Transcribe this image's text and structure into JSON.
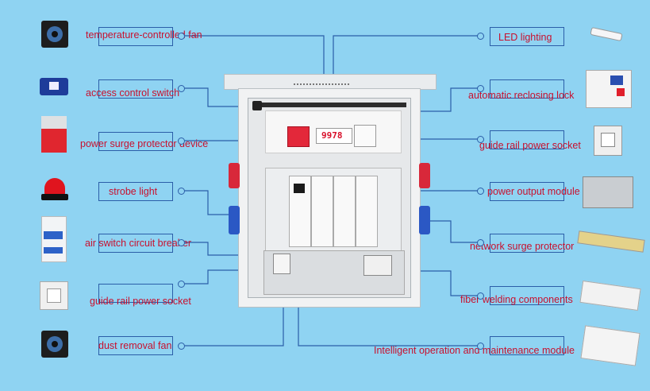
{
  "colors": {
    "background": "#8fd3f2",
    "label_text": "#c8102e",
    "callout_line": "#2b5ea8"
  },
  "labels": {
    "temperature_fan": "temperature-controlled fan",
    "access_switch": "access control switch",
    "surge_protector": "power surge protector device",
    "strobe_light": "strobe light",
    "air_switch": "air switch circuit breaker",
    "guide_socket_left": "guide rail power socket",
    "dust_fan": "dust removal fan",
    "led_lighting": "LED lighting",
    "reclosing_lock": "automatic reclosing lock",
    "guide_socket_right": "guide rail power socket",
    "power_output": "power output module",
    "network_surge": "network surge protector",
    "fiber_welding": "fiber welding components",
    "intelligent_module": "Intelligent operation and maintenance module"
  },
  "cabinet": {
    "display_value": "9978"
  },
  "icons": [
    "fan-icon",
    "access-switch-icon",
    "surge-protector-icon",
    "strobe-light-icon",
    "breaker-icon",
    "socket-icon",
    "fan-icon",
    "led-tube-icon",
    "reclosing-lock-icon",
    "socket-icon",
    "power-supply-icon",
    "network-surge-icon",
    "fiber-box-icon",
    "maintenance-module-icon"
  ]
}
